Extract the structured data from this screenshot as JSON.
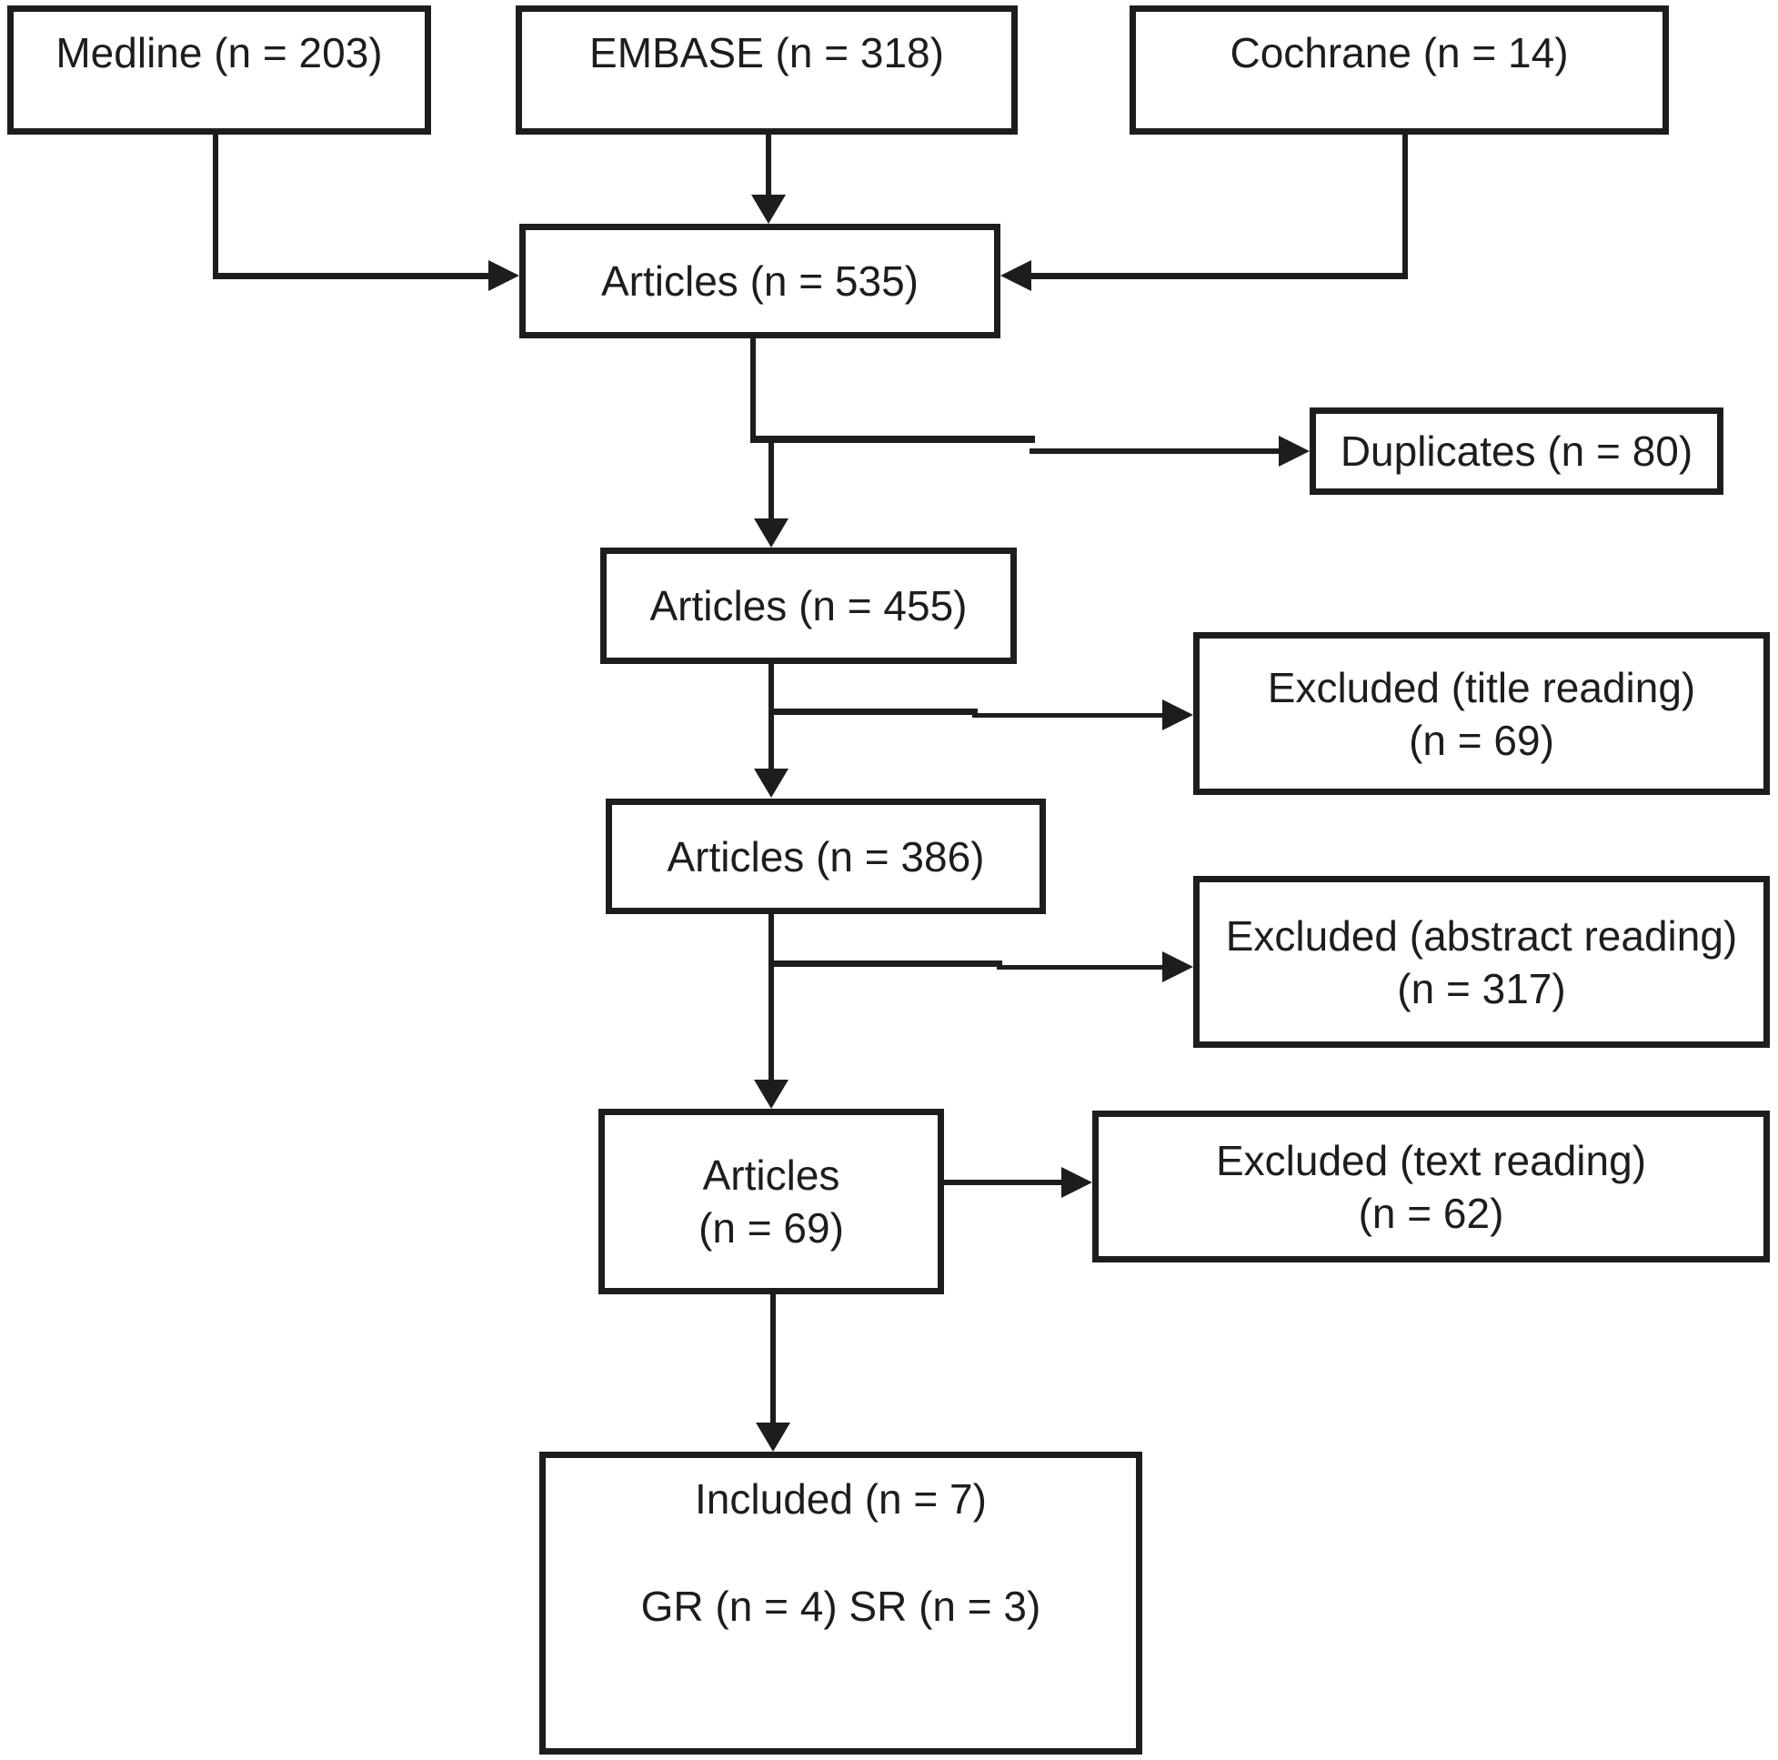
{
  "diagram": {
    "type": "prisma-literature-flowchart",
    "colors": {
      "line": "#1d1d1b",
      "background": "#ffffff"
    },
    "boxes": {
      "medline": {
        "label": "Medline (n = 203)"
      },
      "embase": {
        "label": "EMBASE (n = 318)"
      },
      "cochrane": {
        "label": "Cochrane (n = 14)"
      },
      "articles_initial": {
        "label": "Articles (n = 535)"
      },
      "duplicates": {
        "label": "Duplicates (n = 80)"
      },
      "articles_after_duplicates": {
        "label": "Articles (n = 455)"
      },
      "excluded_title": {
        "line1": "Excluded (title reading)",
        "line2": "(n = 69)"
      },
      "articles_after_title": {
        "label": "Articles (n = 386)"
      },
      "excluded_abstract": {
        "line1": "Excluded (abstract reading)",
        "line2": "(n = 317)"
      },
      "articles_after_abstract": {
        "line1": "Articles",
        "line2": "(n = 69)"
      },
      "excluded_text": {
        "line1": "Excluded (text reading)",
        "line2": "(n = 62)"
      },
      "included": {
        "line1": "Included (n = 7)",
        "line2": "GR (n = 4) SR (n = 3)"
      }
    }
  }
}
